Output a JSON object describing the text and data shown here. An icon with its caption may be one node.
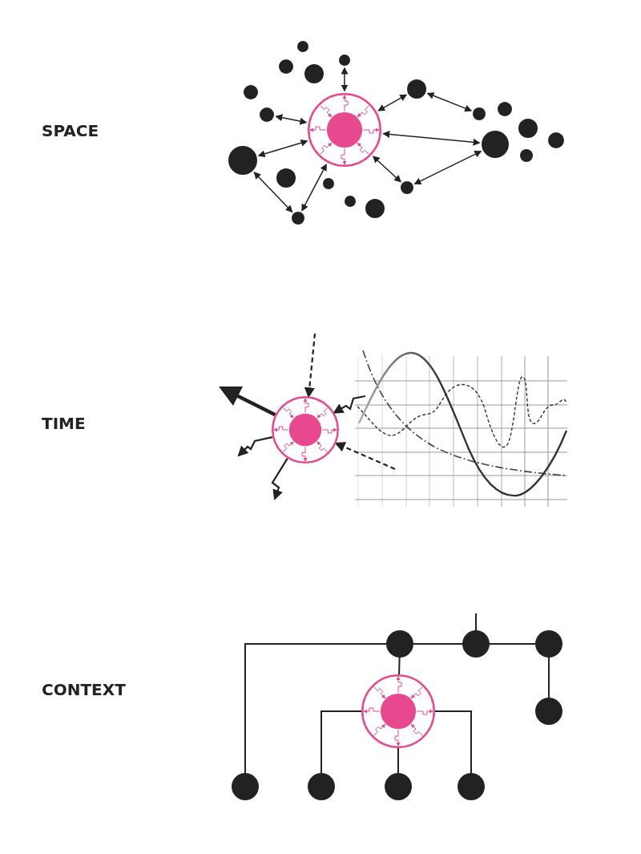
{
  "diagram": {
    "nodes": [
      {
        "text": [],
        "shape": "circle"
      },
      {
        "text": [],
        "shape": "circle"
      },
      {
        "text": [],
        "shape": "circle"
      },
      {
        "text": [],
        "shape": "circle"
      },
      {
        "text": [],
        "shape": "circle"
      },
      {
        "text": [],
        "shape": "circle"
      },
      {
        "text": [],
        "shape": "circle"
      },
      {
        "text": [],
        "shape": "circle"
      },
      {
        "text": [],
        "shape": "circle"
      },
      {
        "text": [],
        "shape": "cell"
      },
      {
        "text": [],
        "shape": "circle"
      },
      {
        "text": [],
        "shape": "circle"
      },
      {
        "text": [],
        "shape": "circle"
      },
      {
        "text": [],
        "shape": "circle"
      },
      {
        "text": [],
        "shape": "circle"
      },
      {
        "text": [],
        "shape": "circle"
      },
      {
        "text": [],
        "shape": "circle"
      },
      {
        "text": [],
        "shape": "circle"
      },
      {
        "text": [],
        "shape": "circle"
      },
      {
        "text": [],
        "shape": "circle"
      },
      {
        "text": [],
        "shape": "circle"
      },
      {
        "text": [],
        "shape": "cell"
      },
      {
        "text": [],
        "shape": "circle"
      },
      {
        "text": [],
        "shape": "circle"
      },
      {
        "text": [],
        "shape": "circle"
      },
      {
        "text": [],
        "shape": "cell"
      },
      {
        "text": [],
        "shape": "circle"
      },
      {
        "text": [],
        "shape": "circle"
      },
      {
        "text": [],
        "shape": "circle"
      },
      {
        "text": [],
        "shape": "circle"
      },
      {
        "text": [],
        "shape": "circle"
      }
    ],
    "edges": [
      {
        "from": 1,
        "to": 9,
        "arrow": "both"
      },
      {
        "from": 8,
        "to": 9,
        "arrow": "both"
      },
      {
        "from": 14,
        "to": 9,
        "arrow": "both"
      },
      {
        "from": 20,
        "to": 9,
        "arrow": "both"
      },
      {
        "from": 14,
        "to": 20,
        "arrow": "both"
      },
      {
        "from": 9,
        "to": 4,
        "arrow": "both"
      },
      {
        "from": 4,
        "to": 7,
        "arrow": "both"
      },
      {
        "from": 9,
        "to": 12,
        "arrow": "both"
      },
      {
        "from": 9,
        "to": 17,
        "arrow": "both"
      },
      {
        "from": 17,
        "to": 12,
        "arrow": "both"
      },
      {
        "from": null,
        "to": 21,
        "arrow": "to",
        "style": "dashed"
      },
      {
        "from": 21,
        "to": null,
        "arrow": "to",
        "style": "thick"
      },
      {
        "from": null,
        "to": 21,
        "arrow": "to"
      },
      {
        "from": null,
        "to": 21,
        "arrow": "to",
        "style": "dashed"
      },
      {
        "from": 21,
        "to": null,
        "arrow": "to"
      },
      {
        "from": 21,
        "to": null,
        "arrow": "to"
      },
      {
        "from": 22,
        "to": 27,
        "arrow": "none"
      },
      {
        "from": 22,
        "to": 23,
        "arrow": "none"
      },
      {
        "from": 23,
        "to": 24,
        "arrow": "none"
      },
      {
        "from": 24,
        "to": 26,
        "arrow": "none"
      },
      {
        "from": 22,
        "to": 25,
        "arrow": "none"
      },
      {
        "from": 25,
        "to": 28,
        "arrow": "none"
      },
      {
        "from": 25,
        "to": 29,
        "arrow": "none"
      },
      {
        "from": 25,
        "to": 30,
        "arrow": "none"
      },
      {
        "from": 23,
        "to": null,
        "arrow": "none"
      }
    ],
    "labels": [
      "SPACE",
      "TIME",
      "CONTEXT"
    ]
  }
}
